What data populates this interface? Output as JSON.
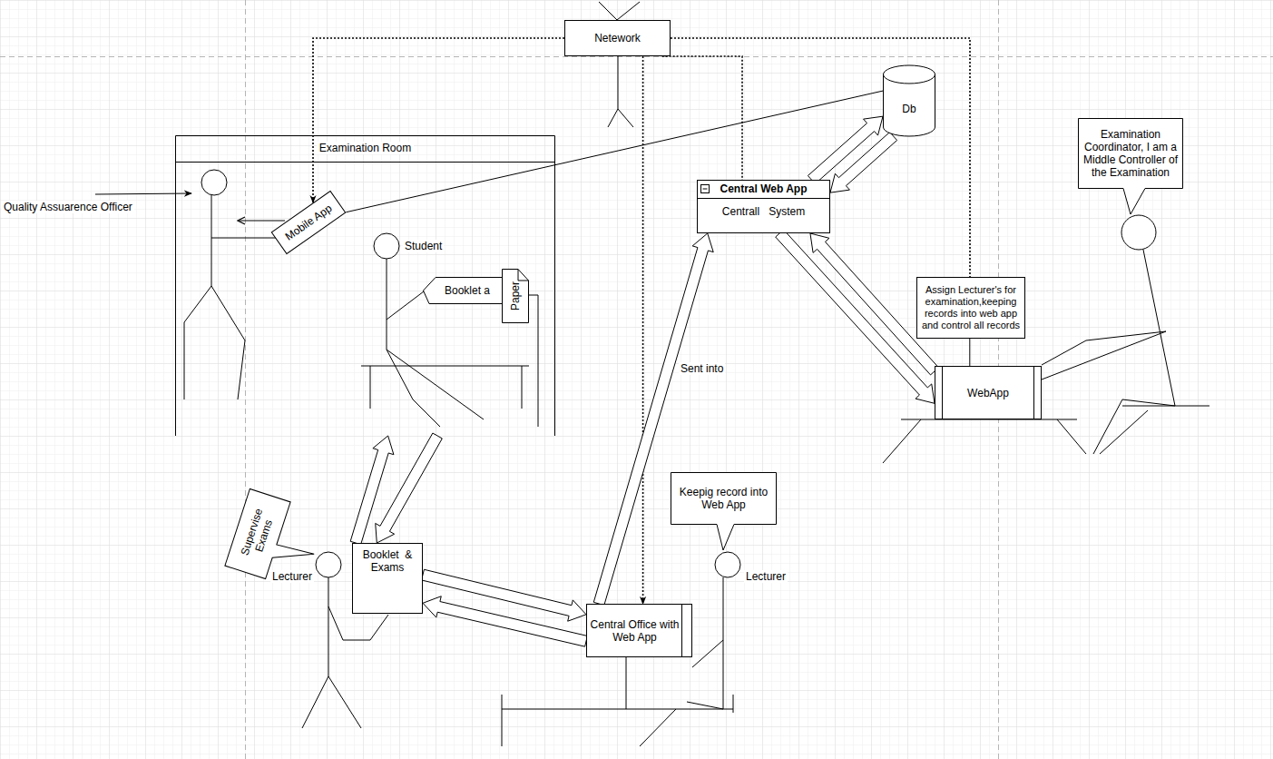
{
  "diagram": {
    "nodes": [
      {
        "text": [
          "Netework"
        ]
      },
      {
        "text": [
          "Examination Room"
        ]
      },
      {
        "text": [
          "Mobile App"
        ],
        "in": 1
      },
      {
        "text": [
          "Booklet a"
        ],
        "in": 1
      },
      {
        "text": [
          "Paper"
        ],
        "in": 1
      },
      {
        "text": [
          "Db"
        ]
      },
      {
        "text": [
          "Central Web App",
          "Centrall   System"
        ]
      },
      {
        "text": [
          "Examination Coordinator, I am a Middle Controller of the Examination"
        ]
      },
      {
        "text": [
          "Assign Lecturer's for examination,keeping records into web app and control all records"
        ]
      },
      {
        "text": [
          "WebApp"
        ]
      },
      {
        "text": [
          "Supervise Exams"
        ]
      },
      {
        "text": [
          "Booklet  & Exams"
        ]
      },
      {
        "text": [
          "Central Office with Web App"
        ]
      },
      {
        "text": [
          "Keepig record into Web App"
        ]
      }
    ],
    "edges": [
      {
        "from": 0,
        "to": 2,
        "arrow": "to"
      },
      {
        "from": 0,
        "to": 6,
        "arrow": "none"
      },
      {
        "from": 0,
        "to": 12,
        "arrow": "to"
      },
      {
        "from": 0,
        "to": 8,
        "arrow": "none"
      },
      {
        "from": 8,
        "to": 9,
        "arrow": "none"
      },
      {
        "from": 2,
        "to": 5,
        "arrow": "none"
      },
      {
        "from": 6,
        "to": 5,
        "arrow": "to"
      },
      {
        "from": 5,
        "to": 6,
        "arrow": "to"
      },
      {
        "from": 6,
        "to": 9,
        "arrow": "to"
      },
      {
        "from": 9,
        "to": 6,
        "arrow": "to"
      },
      {
        "from": 12,
        "to": 6,
        "arrow": "to",
        "label": "Sent into"
      },
      {
        "from": 11,
        "to": 12,
        "arrow": "to"
      },
      {
        "from": 12,
        "to": 11,
        "arrow": "to"
      },
      {
        "from": 11,
        "to": 1,
        "arrow": "to"
      },
      {
        "from": 1,
        "to": 11,
        "arrow": "to"
      }
    ],
    "labels": [
      "Quality Assuarence Officer",
      "Student",
      "Lecturer",
      "Lecturer"
    ]
  }
}
